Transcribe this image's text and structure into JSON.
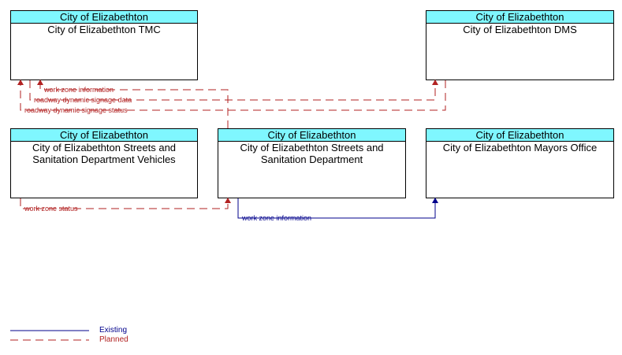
{
  "colors": {
    "header_fill": "#7ff7ff",
    "existing": "#00008b",
    "planned": "#b22222"
  },
  "nodes": {
    "tmc": {
      "owner": "City of Elizabethton",
      "name": "City of Elizabethton TMC"
    },
    "dms": {
      "owner": "City of Elizabethton",
      "name": "City of Elizabethton DMS"
    },
    "vehicles": {
      "owner": "City of Elizabethton",
      "name": "City of Elizabethton Streets and Sanitation Department Vehicles"
    },
    "streets": {
      "owner": "City of Elizabethton",
      "name": "City of Elizabethton Streets and Sanitation Department"
    },
    "mayors": {
      "owner": "City of Elizabethton",
      "name": "City of Elizabethton Mayors Office"
    }
  },
  "flows": {
    "streets_to_tmc": {
      "label": "work zone information",
      "status": "planned"
    },
    "tmc_to_dms": {
      "label": "roadway dynamic signage data",
      "status": "planned"
    },
    "dms_to_tmc": {
      "label": "roadway dynamic signage status",
      "status": "planned"
    },
    "vehicles_to_streets": {
      "label": "work zone status",
      "status": "planned"
    },
    "streets_to_mayors": {
      "label": "work zone information",
      "status": "existing"
    }
  },
  "legend": {
    "existing": "Existing",
    "planned": "Planned"
  }
}
